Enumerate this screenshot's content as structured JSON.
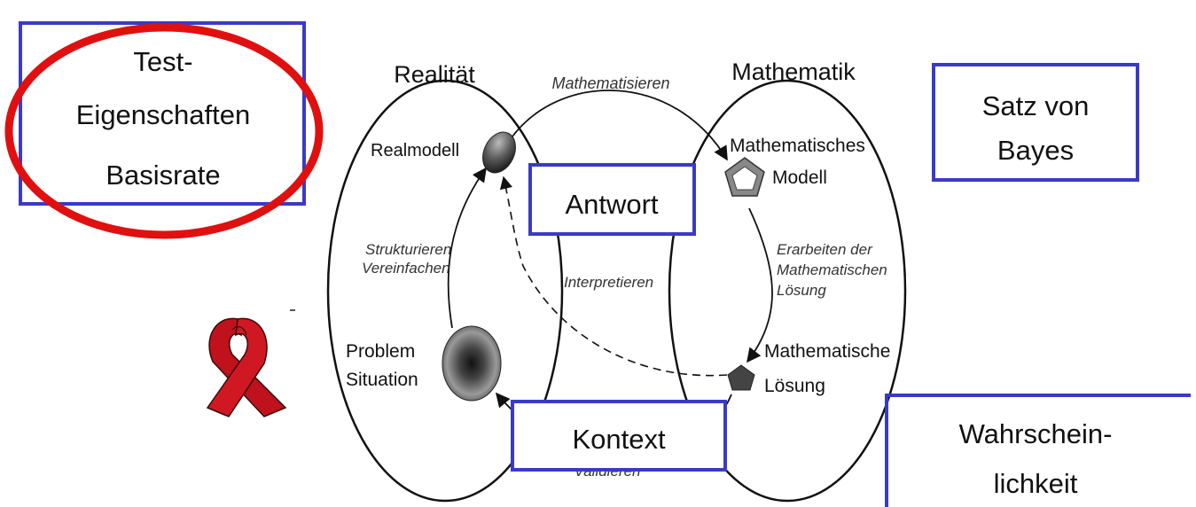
{
  "spheres": {
    "left_title": "Realität",
    "right_title": "Mathematik"
  },
  "nodes": {
    "realmodell": "Realmodell",
    "problem_line1": "Problem",
    "problem_line2": "Situation",
    "math_modell_line1": "Mathematisches",
    "math_modell_line2": "Modell",
    "math_loesung_line1": "Mathematische",
    "math_loesung_line2": "Lösung"
  },
  "processes": {
    "mathematisieren": "Mathematisieren",
    "strukturieren_line1": "Strukturieren",
    "strukturieren_line2": "Vereinfachen",
    "interpretieren": "Interpretieren",
    "erarbeiten_line1": "Erarbeiten der",
    "erarbeiten_line2": "Mathematischen",
    "erarbeiten_line3": "Lösung",
    "validieren": "Validieren"
  },
  "callouts": {
    "test_line1": "Test-",
    "test_line2": "Eigenschaften",
    "test_line3": "Basisrate",
    "bayes_line1": "Satz von",
    "bayes_line2": "Bayes",
    "antwort": "Antwort",
    "kontext": "Kontext",
    "wahr_line1": "Wahrschein-",
    "wahr_line2": "lichkeit"
  },
  "colors": {
    "box_border": "#3a3ac8",
    "highlight_ring": "#e01010",
    "ribbon": "#c0121c",
    "ink": "#111111"
  },
  "icons": {
    "ribbon": "red-aids-awareness-ribbon",
    "real_model": "gradient-ellipse-blob",
    "problem": "dark-sphere",
    "math_model": "pentagon",
    "math_solution": "small-pentagon"
  }
}
